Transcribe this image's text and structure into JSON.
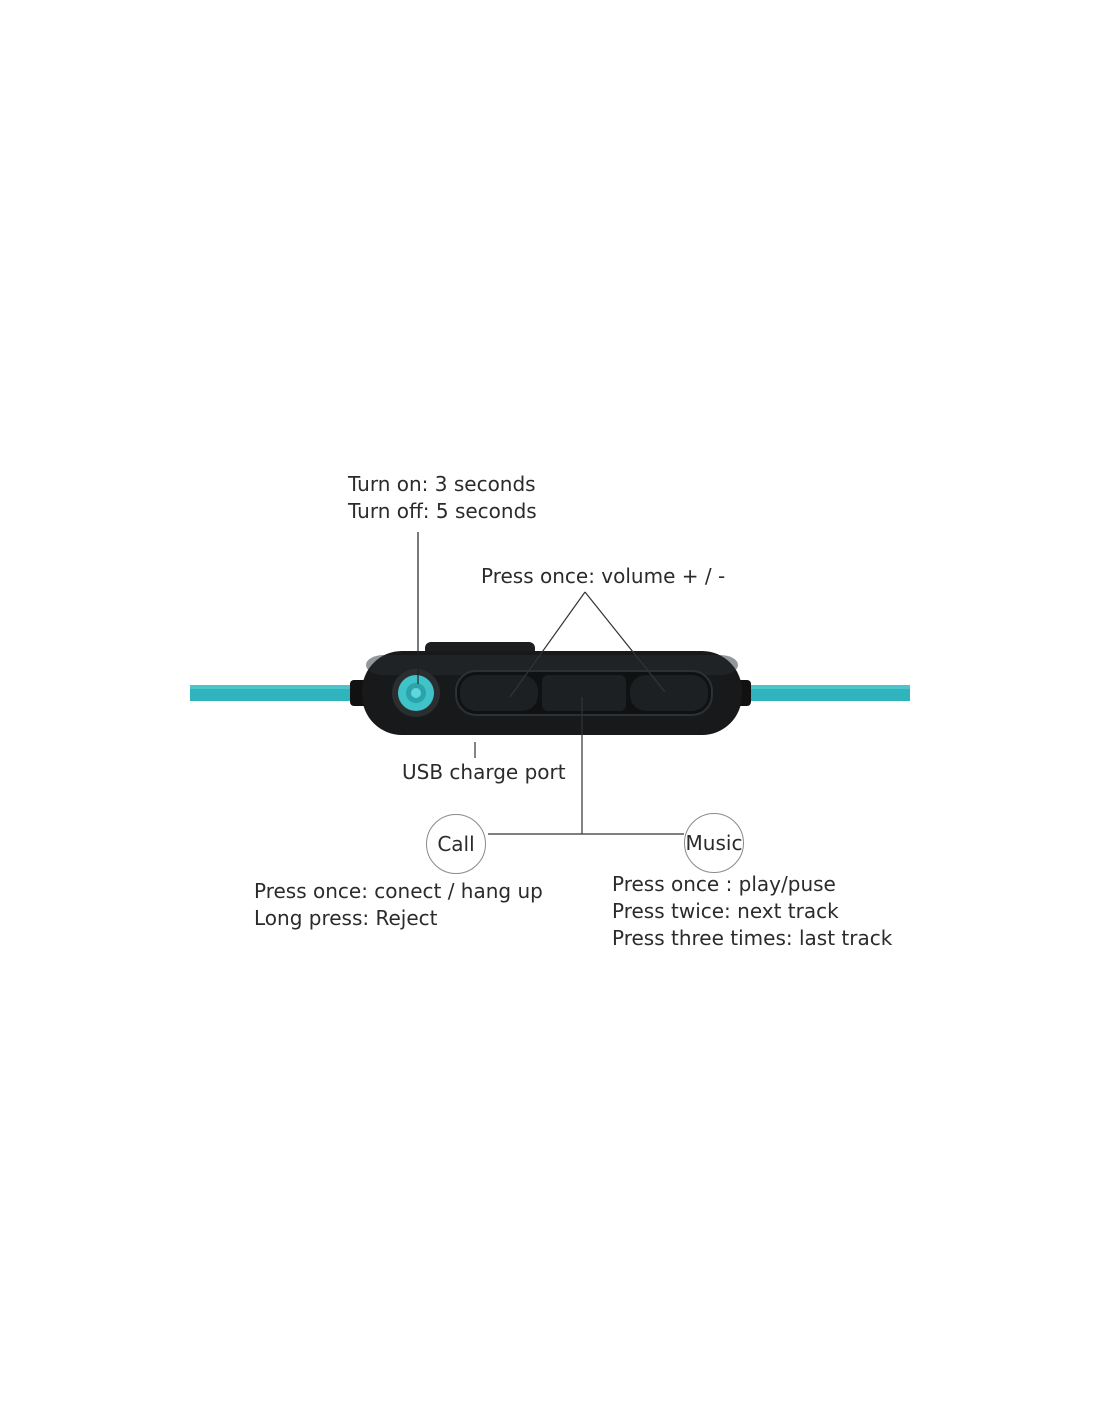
{
  "power": {
    "line1": "Turn on: 3 seconds",
    "line2": "Turn off: 5 seconds"
  },
  "volume": {
    "label": "Press once: volume + / -"
  },
  "usb": {
    "label": "USB charge port"
  },
  "call": {
    "circle_label": "Call",
    "line1": "Press once: conect / hang up",
    "line2": "Long press: Reject"
  },
  "music": {
    "circle_label": "Music",
    "line1": "Press once : play/puse",
    "line2": "Press twice: next track",
    "line3": "Press three times: last track"
  },
  "colors": {
    "cable": "#2fb3bd",
    "remote_body": "#17191b",
    "power_button": "#3fc3c9"
  }
}
